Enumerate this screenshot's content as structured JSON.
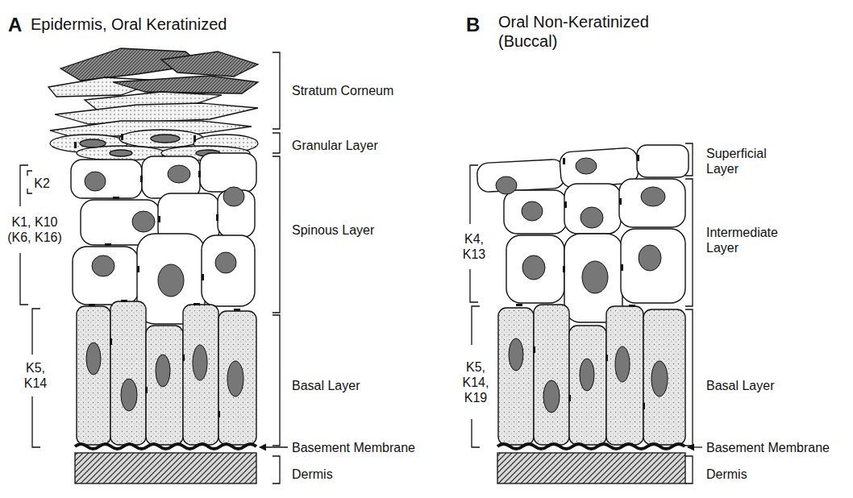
{
  "diagram": {
    "labels": [
      "A",
      "Epidermis, Oral Keratinized",
      "B",
      "Oral Non-Keratinized (Buccal)",
      "Stratum Corneum",
      "Granular Layer",
      "Spinous Layer",
      "Basal Layer",
      "Basement Membrane",
      "Dermis",
      "K2",
      "K1, K10 (K6, K16)",
      "K5, K14",
      "Superficial Layer",
      "Intermediate Layer",
      "Basal Layer",
      "Basement Membrane",
      "Dermis",
      "K4, K13",
      "K5, K14, K19"
    ]
  }
}
